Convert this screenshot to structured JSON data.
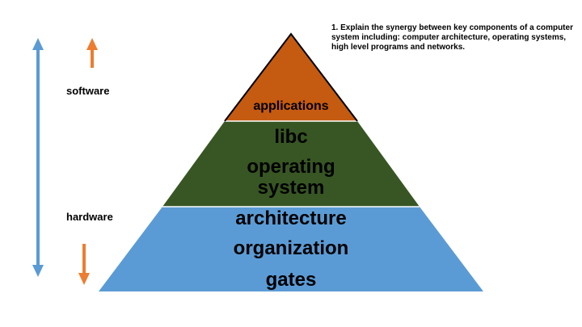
{
  "question": "1. Explain the synergy between key components of a computer system including: computer architecture, operating systems, high level programs and networks.",
  "labels": {
    "software": "software",
    "hardware": "hardware"
  },
  "tiers": {
    "applications": "applications",
    "libc": "libc",
    "operating_system": "operating\nsystem",
    "architecture": "architecture",
    "organization": "organization",
    "gates": "gates"
  },
  "colors": {
    "applications": "#C55A11",
    "os": "#375623",
    "hardware": "#5B9BD5",
    "long_arrow": "#5B9BD5",
    "short_arrows": "#ED7D31",
    "outline": "#000000"
  }
}
